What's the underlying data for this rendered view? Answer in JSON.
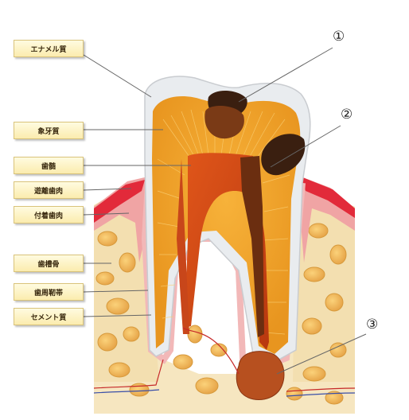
{
  "labels": [
    "エナメル質",
    "象牙質",
    "歯髄",
    "遊離歯肉",
    "付着歯肉",
    "歯槽骨",
    "歯周靭帯",
    "セメント質"
  ],
  "markers": [
    "①",
    "②",
    "③"
  ]
}
